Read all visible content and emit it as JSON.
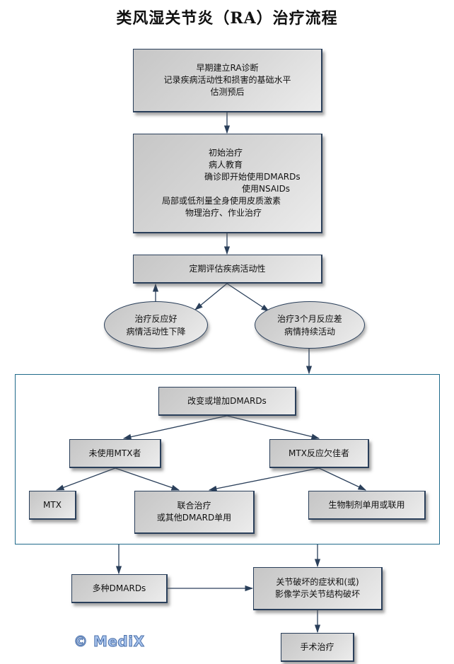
{
  "title": "类风湿关节炎（RA）治疗流程",
  "nodes": {
    "diagnosis": {
      "lines": [
        "早期建立RA诊断",
        "记录疾病活动性和损害的基础水平",
        "估测预后"
      ]
    },
    "initial_treatment": {
      "lines": [
        "初始治疗",
        "病人教育",
        "确诊即开始使用DMARDs",
        "使用NSAIDs",
        "局部或低剂量全身使用皮质激素",
        "物理治疗、作业治疗"
      ]
    },
    "assessment": {
      "lines": [
        "定期评估疾病活动性"
      ]
    },
    "good_response": {
      "lines": [
        "治疗反应好",
        "病情活动性下降"
      ]
    },
    "poor_response": {
      "lines": [
        "治疗3个月反应差",
        "病情持续活动"
      ]
    },
    "change_dmards": {
      "lines": [
        "改变或增加DMARDs"
      ]
    },
    "no_mtx": {
      "lines": [
        "未使用MTX者"
      ]
    },
    "mtx_poor": {
      "lines": [
        "MTX反应欠佳者"
      ]
    },
    "mtx": {
      "lines": [
        "MTX"
      ]
    },
    "combination": {
      "lines": [
        "联合治疗",
        "或其他DMARD单用"
      ]
    },
    "biologics": {
      "lines": [
        "生物制剂单用或联用"
      ]
    },
    "multiple_dmards": {
      "lines": [
        "多种DMARDs"
      ]
    },
    "joint_damage": {
      "lines": [
        "关节破坏的症状和(或)",
        "影像学示关节结构破坏"
      ]
    },
    "surgery": {
      "lines": [
        "手术治疗"
      ]
    }
  },
  "watermark": "© MediX",
  "colors": {
    "border": "#2a3f5a",
    "container_border": "#1f6a8a",
    "arrow": "#2a3f5a"
  }
}
